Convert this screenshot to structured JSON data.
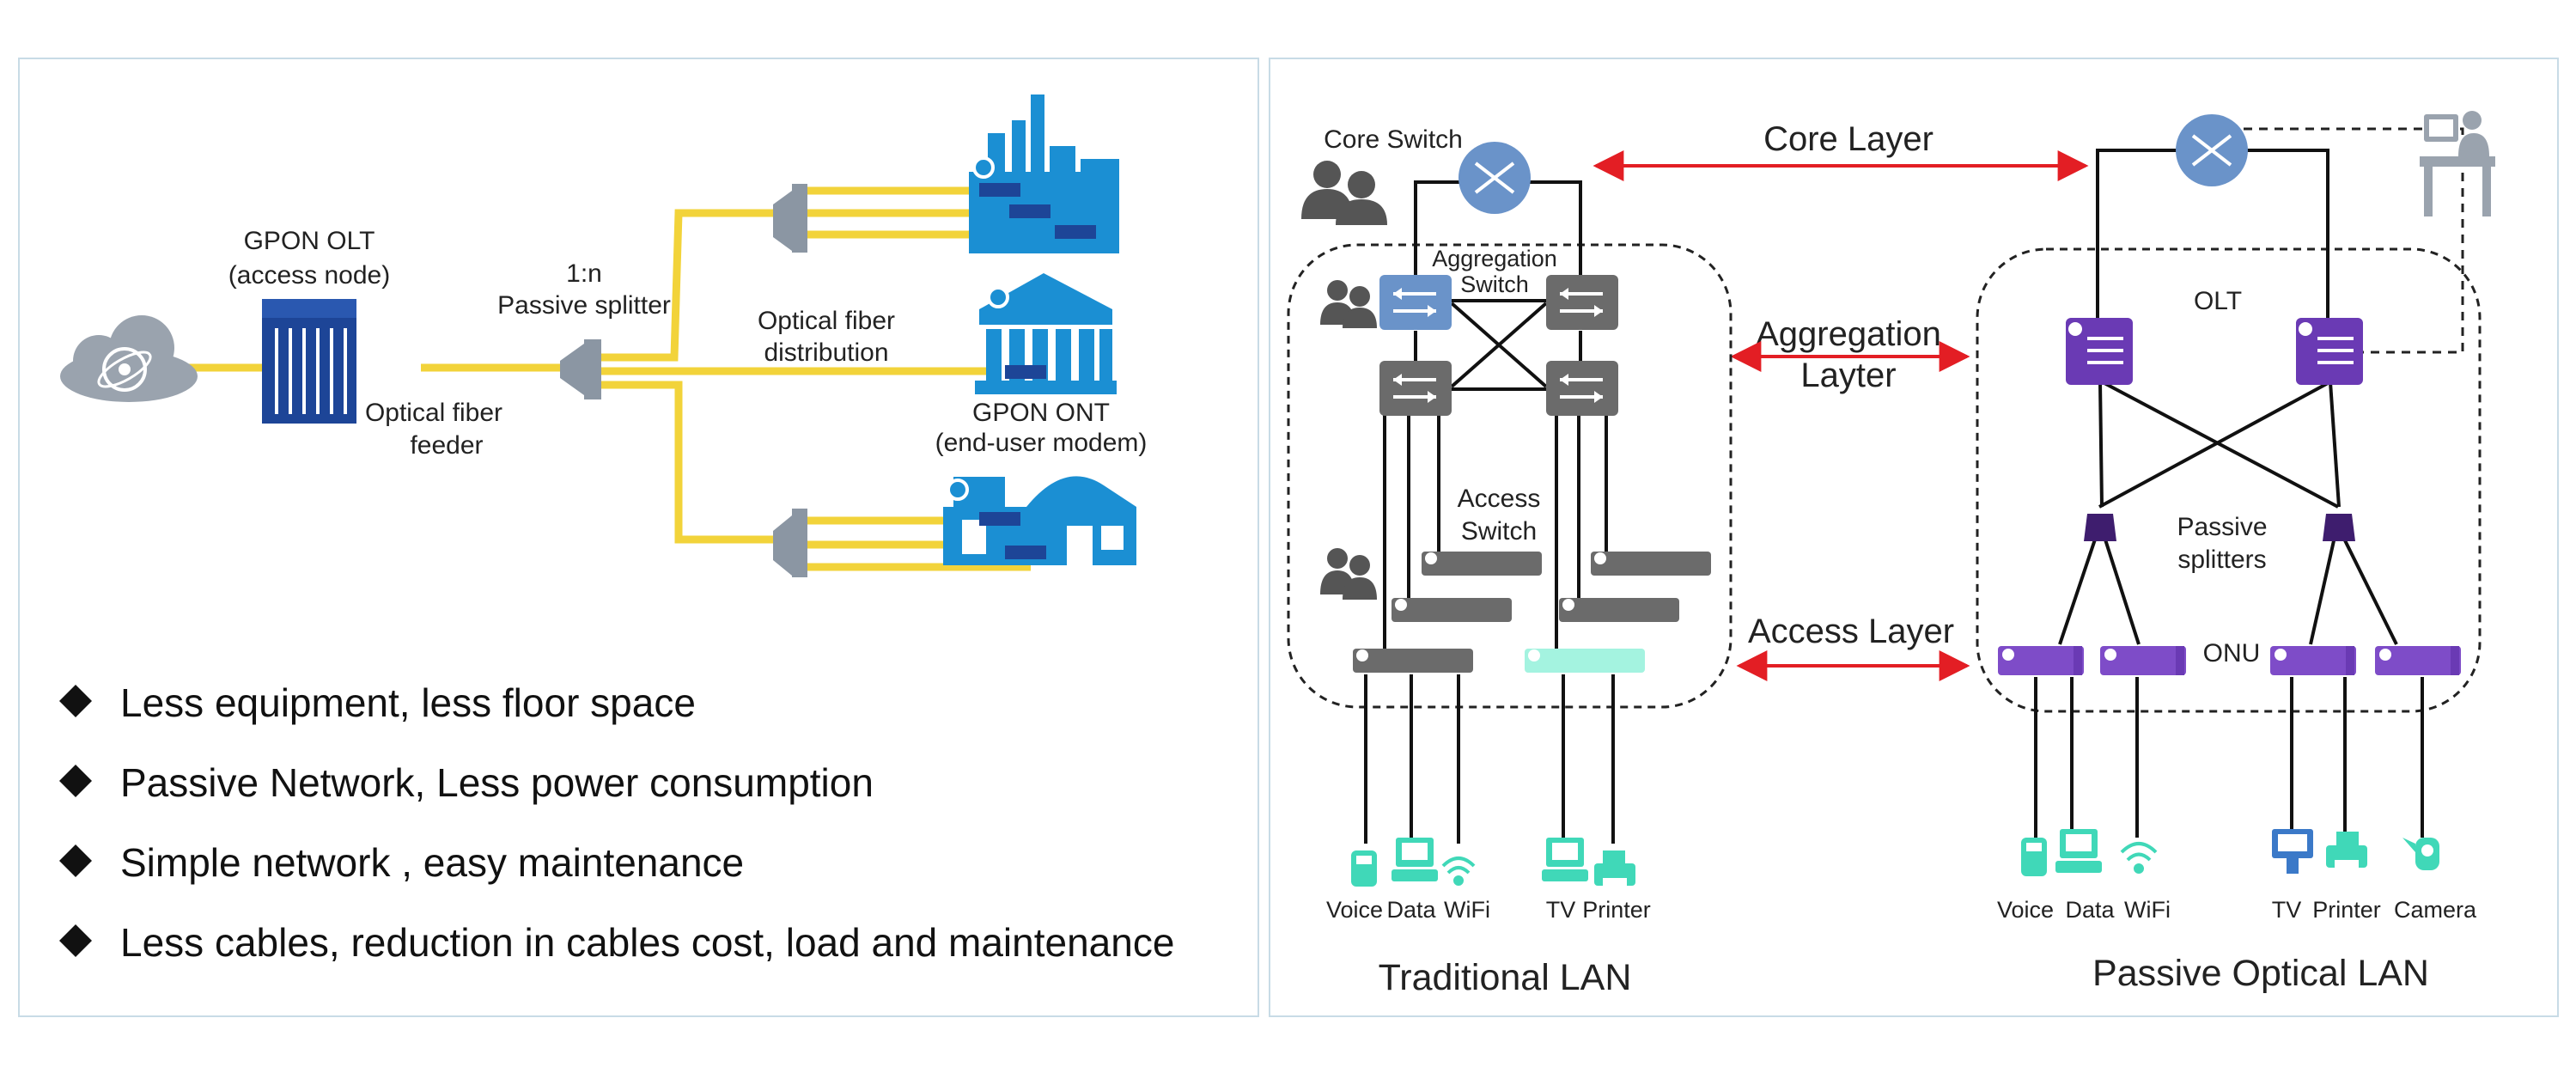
{
  "left_panel": {
    "labels": {
      "olt": "GPON OLT",
      "olt_sub": "(access node)",
      "splitter_ratio": "1:n",
      "splitter": "Passive splitter",
      "feeder_1": "Optical fiber",
      "feeder_2": "feeder",
      "distribution_1": "Optical fiber",
      "distribution_2": "distribution",
      "ont": "GPON ONT",
      "ont_sub": "(end-user modem)"
    },
    "bullets": [
      "Less equipment, less floor space",
      "Passive Network, Less power consumption",
      "Simple network , easy maintenance",
      "Less cables, reduction in cables cost, load and maintenance"
    ]
  },
  "right_panel": {
    "layers": {
      "core": "Core Layer",
      "aggregation_1": "Aggregation",
      "aggregation_2": "Layter",
      "access": "Access Layer"
    },
    "traditional": {
      "core_switch": "Core Switch",
      "aggregation_switch_1": "Aggregation",
      "aggregation_switch_2": "Switch",
      "access_switch_1": "Access",
      "access_switch_2": "Switch",
      "devices": [
        "Voice",
        "Data",
        "WiFi",
        "TV",
        "Printer"
      ],
      "title": "Traditional LAN"
    },
    "pol": {
      "olt": "OLT",
      "splitters_1": "Passive",
      "splitters_2": "splitters",
      "onu": "ONU",
      "devices": [
        "Voice",
        "Data",
        "WiFi",
        "TV",
        "Printer",
        "Camera"
      ],
      "title": "Passive Optical LAN"
    }
  },
  "colors": {
    "fiber": "#f2d33a",
    "olt_blue": "#1d4597",
    "building_blue": "#1b8fd3",
    "purple": "#6a3ab4",
    "switch_gray": "#6b6b6b",
    "switch_blue": "#6a93c9",
    "teal": "#40d8b8",
    "arrow_red": "#e31e24"
  }
}
